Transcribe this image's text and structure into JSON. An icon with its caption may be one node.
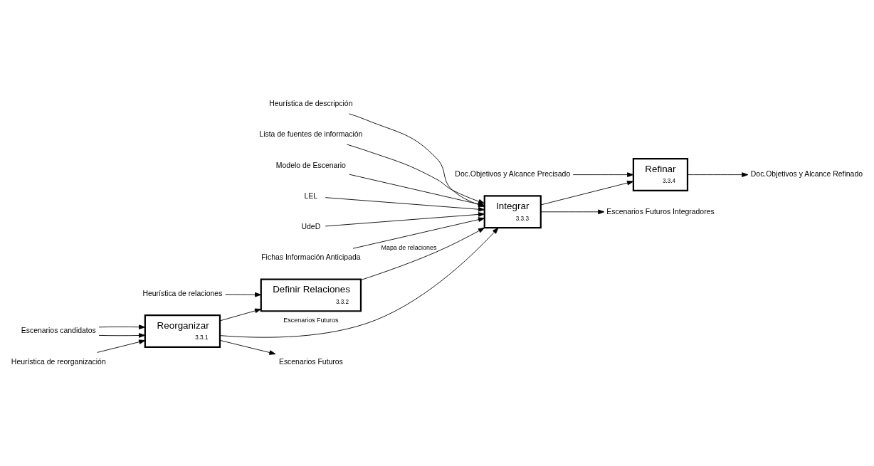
{
  "diagram": {
    "nodes": [
      {
        "text": [
          "Reorganizar",
          "3.3.1"
        ]
      },
      {
        "text": [
          "Definir Relaciones",
          "3.3.2"
        ]
      },
      {
        "text": [
          "Integrar",
          "3.3.3"
        ]
      },
      {
        "text": [
          "Refinar",
          "3.3.4"
        ]
      },
      {
        "text": [
          "Escenarios candidatos"
        ]
      },
      {
        "text": [
          "Heurística de reorganización"
        ]
      },
      {
        "text": [
          "Escenarios Futuros"
        ]
      },
      {
        "text": [
          "Heurística de relaciones"
        ]
      },
      {
        "text": [
          "Heurística de descripción"
        ]
      },
      {
        "text": [
          "Lista de fuentes de información"
        ]
      },
      {
        "text": [
          "Modelo de Escenario"
        ]
      },
      {
        "text": [
          "LEL"
        ]
      },
      {
        "text": [
          "UdeD"
        ]
      },
      {
        "text": [
          "Fichas Información Anticipada"
        ]
      },
      {
        "text": [
          "Escenarios Futuros Integradores"
        ]
      },
      {
        "text": [
          "Doc.Objetivos y Alcance Precisado"
        ]
      },
      {
        "text": [
          "Doc.Objetivos y Alcance Refinado"
        ]
      }
    ],
    "edges": [
      {
        "from": 4,
        "to": 0,
        "arrow": "to"
      },
      {
        "from": 4,
        "to": 0,
        "arrow": "to"
      },
      {
        "from": 5,
        "to": 0,
        "arrow": "to"
      },
      {
        "from": 0,
        "to": 6,
        "arrow": "to"
      },
      {
        "from": 0,
        "to": 1,
        "arrow": "to"
      },
      {
        "from": 0,
        "to": 2,
        "arrow": "to",
        "label": "Escenarios Futuros"
      },
      {
        "from": 7,
        "to": 1,
        "arrow": "to"
      },
      {
        "from": 1,
        "to": 2,
        "arrow": "to",
        "label": "Mapa de relaciones"
      },
      {
        "from": 8,
        "to": 2,
        "arrow": "to"
      },
      {
        "from": 9,
        "to": 2,
        "arrow": "to"
      },
      {
        "from": 10,
        "to": 2,
        "arrow": "to"
      },
      {
        "from": 11,
        "to": 2,
        "arrow": "to"
      },
      {
        "from": 12,
        "to": 2,
        "arrow": "to"
      },
      {
        "from": 13,
        "to": 2,
        "arrow": "to"
      },
      {
        "from": 2,
        "to": 14,
        "arrow": "to"
      },
      {
        "from": 2,
        "to": 3,
        "arrow": "to"
      },
      {
        "from": 15,
        "to": 3,
        "arrow": "to"
      },
      {
        "from": 3,
        "to": 16,
        "arrow": "to"
      }
    ]
  }
}
